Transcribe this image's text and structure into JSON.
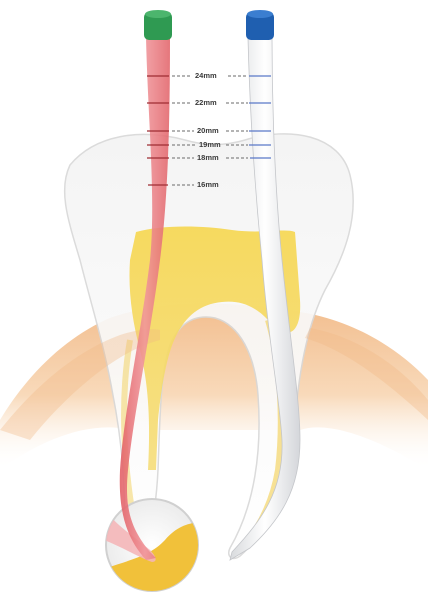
{
  "diagram": {
    "measurements": [
      {
        "id": "24",
        "label": "24mm"
      },
      {
        "id": "22",
        "label": "22mm"
      },
      {
        "id": "20",
        "label": "20mm"
      },
      {
        "id": "19",
        "label": "19mm"
      },
      {
        "id": "18",
        "label": "18mm"
      },
      {
        "id": "16",
        "label": "16mm"
      }
    ],
    "instruments": [
      {
        "name": "left-file",
        "shaft_color": "#e8767a",
        "handle_color": "#2f9a52"
      },
      {
        "name": "right-file",
        "shaft_color": "#f3f4f6",
        "handle_color": "#1f5fb0",
        "tick_color": "#5a78c8"
      }
    ],
    "colors": {
      "gum": "#f2c89e",
      "pulp": "#f4d44e",
      "enamel": "#fbfbfb",
      "tooth_outline": "#d8d8d8",
      "tick_label": "#3a3a3a"
    }
  }
}
